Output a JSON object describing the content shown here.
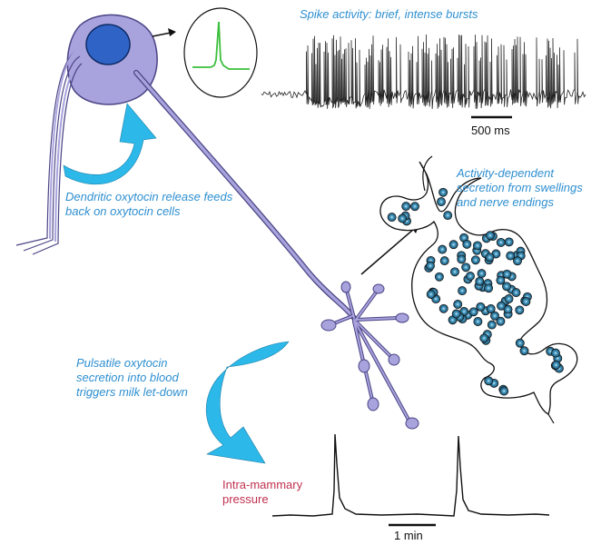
{
  "labels": {
    "spike_activity": "Spike activity: brief, intense bursts",
    "scale_500ms": "500 ms",
    "dendritic_line1": "Dendritic oxytocin release feeds",
    "dendritic_line2": "back on oxytocin cells",
    "activity_line1": "Activity-dependent",
    "activity_line2": "secretion from swellings",
    "activity_line3": "and nerve endings",
    "pulsatile_line1": "Pulsatile oxytocin",
    "pulsatile_line2": "secretion into blood",
    "pulsatile_line3": "triggers milk let-down",
    "pressure_line1": "Intra-mammary",
    "pressure_line2": "pressure",
    "scale_1min": "1 min"
  },
  "colors": {
    "neuron_fill": "#a8a3dd",
    "neuron_stroke": "#4a4484",
    "nucleus_fill": "#2f64c6",
    "arrow_fill": "#2cb8e8",
    "label_blue": "#2e8fd0",
    "label_red": "#c0304f",
    "spike_green": "#3cbf3c",
    "vesicle_fill": "#3a8fb8"
  }
}
